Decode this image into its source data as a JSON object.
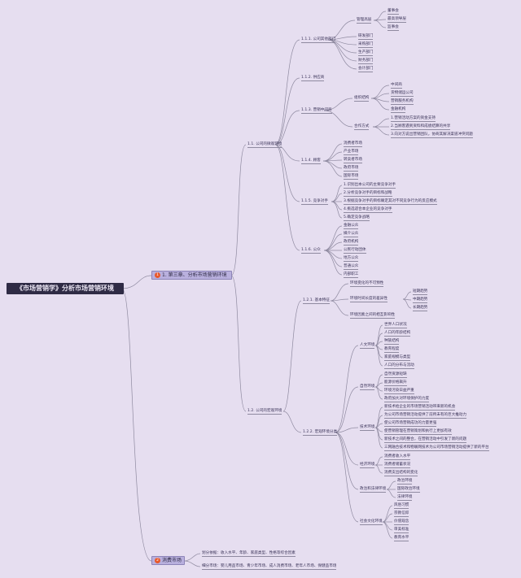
{
  "title": "《市场营销学》分析市场营销环境",
  "main": {
    "ch3": {
      "badge": "1",
      "label": "1. 第三章、分析市场营销环境"
    },
    "consumer": {
      "badge": "2",
      "label": "消费市场"
    }
  },
  "micro": {
    "label": "1.1. 公司的微观环境",
    "c111": {
      "label": "1.1.1. 公司其他部门",
      "mgmt": "管理高层",
      "mgmt_items": [
        "董事会",
        "最高领导层",
        "监事会"
      ],
      "depts": [
        "研发部门",
        "采购部门",
        "生产部门",
        "财务部门",
        "会计部门"
      ]
    },
    "c112": "1.1.2. 供应商",
    "c113": {
      "label": "1.1.3. 营销中间商",
      "org": "组织结构",
      "org_items": [
        "中间商",
        "货物储运公司",
        "营销服务机构",
        "金融机构"
      ],
      "coop": "合作方式",
      "coop_items": [
        "1.营销活动方案的资金支持",
        "2.当顾客遇到资料和成绩结算的共享",
        "3.向对方说出营销团队，协商其解决渠道冲突问题"
      ]
    },
    "c114": {
      "label": "1.1.4. 顾客",
      "items": [
        "消费者市场",
        "产业市场",
        "转卖者市场",
        "政府市场",
        "国际市场"
      ]
    },
    "c115": {
      "label": "1.1.5. 竞争对手",
      "items": [
        "1.识别出本公司的主要竞争对手",
        "2.分析竞争对手的目标和战略",
        "3.根据竞争对手的目标确定其对不同竞争行为的反应模式",
        "4.挑选适合本企业的竞争对手",
        "5.确定竞争战略"
      ]
    },
    "c116": {
      "label": "1.1.6. 公众",
      "items": [
        "金融公众",
        "媒介公众",
        "政府机构",
        "公民行动团体",
        "地方公众",
        "普通公众",
        "内部职工"
      ]
    }
  },
  "macro": {
    "label": "1.2. 公司的宏观环境",
    "c121": {
      "label": "1.2.1. 基本特征",
      "items": [
        "环境变化的不可预性",
        "环境时间长度的差异性",
        "环境因素之间的相互影响性"
      ],
      "time_items": [
        "短期趋势",
        "中期趋势",
        "长期趋势"
      ]
    },
    "c122": {
      "label": "1.2.2. 宏观环境分类",
      "pop": "人文环境",
      "pop_items": [
        "世界人口状况",
        "人口的年龄结构",
        "种族结构",
        "教育程度",
        "家庭规模与类型",
        "人口的分布与流动"
      ],
      "nat": "自然环境",
      "nat_items": [
        "自然资源短缺",
        "能源价格飙升",
        "环境污染日益严重",
        "政府加大对环境保护的力度"
      ],
      "tech": "技术环境",
      "tech_items": [
        "新技术给企业的市场营销活动带来新的机会",
        "为公司市场营销活动提供了前所未有的巨大推动力",
        "使公司市场营销成功的力量更强",
        "使营销管理在营销策划和执行上更加有效",
        "新技术之间的整合，在营销活动中引发了新的问题",
        "三网融合技术和物联网技术为公司市场营销活动提供了新的平台"
      ],
      "econ": "经济环境",
      "econ_items": [
        "消费者收入水平",
        "消费者储蓄状况",
        "消费支出结构的变化"
      ],
      "pol": "政治和法律环境",
      "pol_items": [
        "政治环境",
        "国际政治环境",
        "法律环境"
      ],
      "soc": "社会文化环境",
      "soc_items": [
        "风俗习惯",
        "宗教信仰",
        "价值观念",
        "审美标准",
        "教育水平"
      ]
    }
  },
  "consumer": {
    "items": [
      "划分依据：收入水平、年龄、家庭类型、性格等综合因素",
      "细分市场：婴儿用品市场、青少年市场、成人消费市场、老年人市场、保健品市场"
    ]
  }
}
